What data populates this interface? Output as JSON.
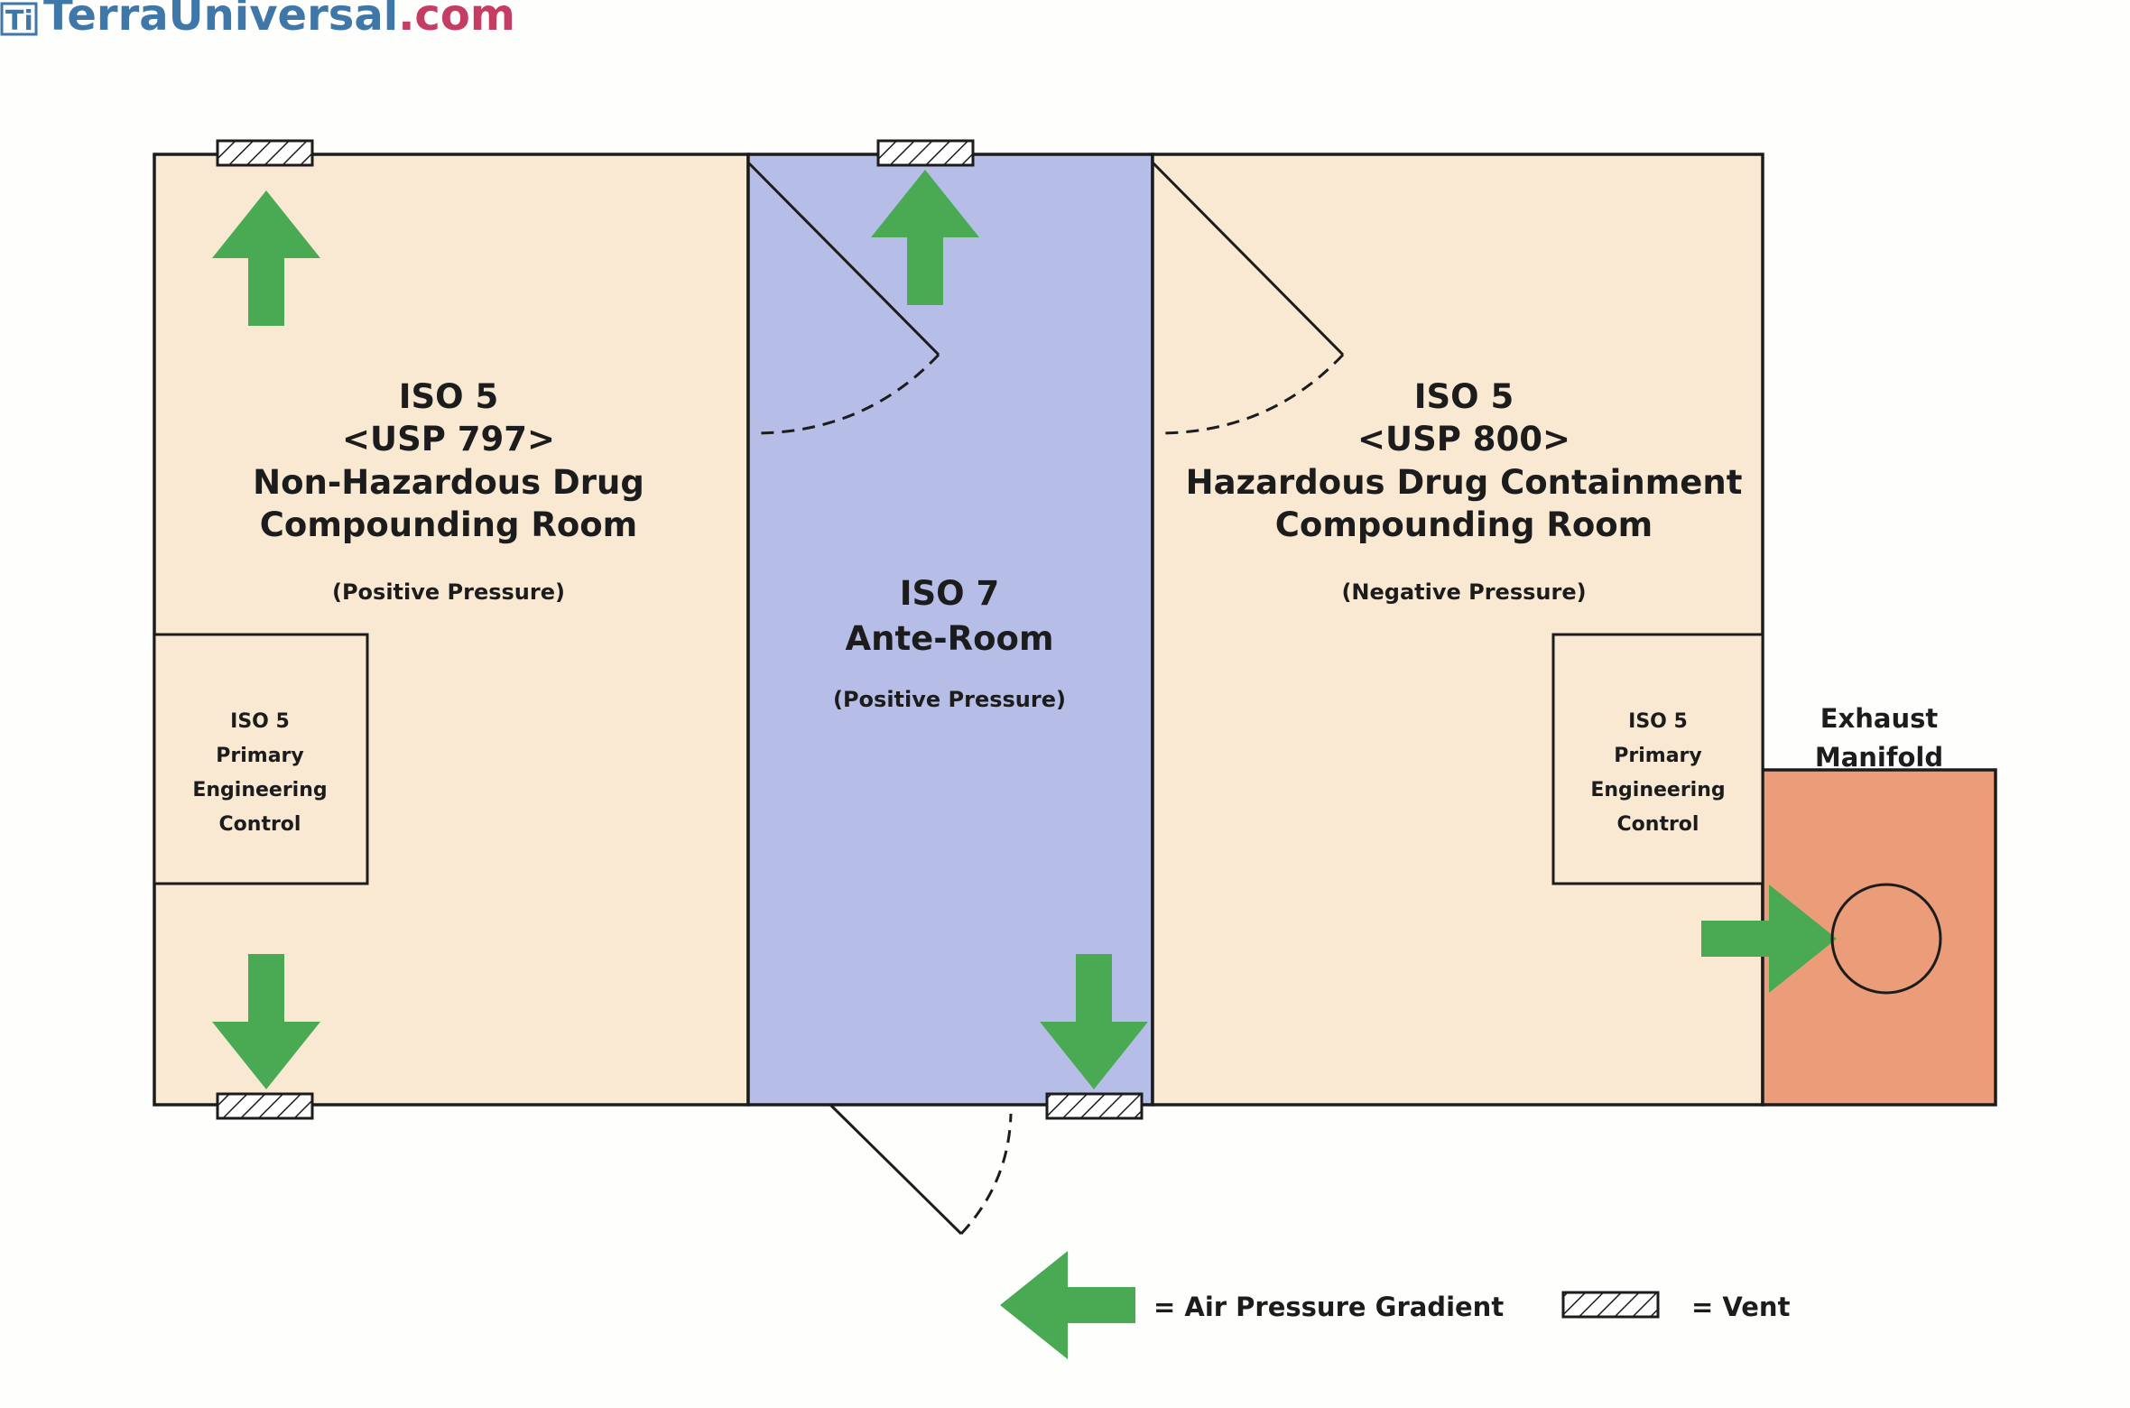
{
  "brand": {
    "logo_text": "Ti",
    "name_part1": "TerraUniversal",
    "name_part2": ".com"
  },
  "colors": {
    "room_fill": "#f9e9d3",
    "anteroom_fill": "#b6bee8",
    "exhaust_fill": "#eb9c79",
    "arrow_green": "#4aaa53",
    "line": "#1c1c1c",
    "brand_blue": "#3f77a8",
    "brand_red": "#c53d63"
  },
  "rooms": {
    "left": {
      "iso": "ISO 5",
      "usp": "<USP 797>",
      "name_line1": "Non-Hazardous Drug",
      "name_line2": "Compounding Room",
      "pressure": "(Positive Pressure)",
      "pec": [
        "ISO 5",
        "Primary",
        "Engineering",
        "Control"
      ]
    },
    "ante": {
      "iso": "ISO 7",
      "name": "Ante-Room",
      "pressure": "(Positive Pressure)"
    },
    "right": {
      "iso": "ISO 5",
      "usp": "<USP 800>",
      "name_line1": "Hazardous Drug Containment",
      "name_line2": "Compounding Room",
      "pressure": "(Negative Pressure)",
      "pec": [
        "ISO 5",
        "Primary",
        "Engineering",
        "Control"
      ]
    },
    "exhaust": {
      "line1": "Exhaust",
      "line2": "Manifold"
    }
  },
  "legend": {
    "arrow_label": "= Air Pressure Gradient",
    "vent_label": "= Vent"
  },
  "icons": {
    "arrow": "green-arrow-icon",
    "vent": "hatched-vent-icon",
    "fan": "circle-fan-icon"
  }
}
